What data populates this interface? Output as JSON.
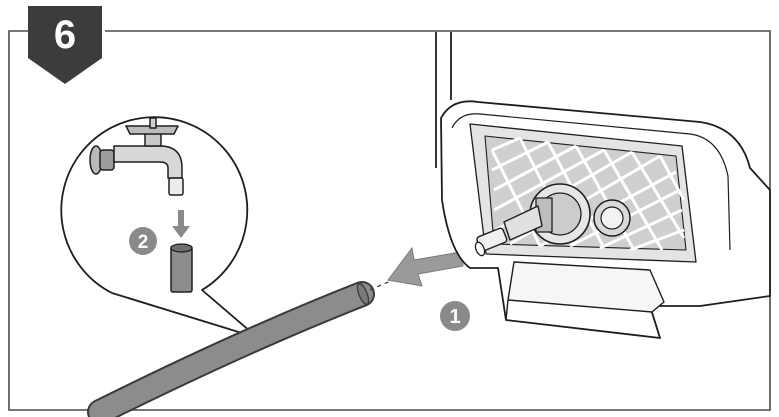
{
  "step": {
    "number": "6"
  },
  "callouts": {
    "first": "1",
    "second": "2"
  },
  "colors": {
    "frame": "#4a4a4a",
    "step_badge": "#3c3c3c",
    "hose": "#8c8c8c",
    "hose_outline": "#3a3a3a",
    "callout_fill": "#8a8a8a",
    "line": "#1e1e1e",
    "arrow": "#9a9a9a",
    "background": "#ffffff"
  },
  "icons": [
    "tap-icon",
    "garden-hose",
    "pressure-washer-inlet",
    "direction-arrow"
  ]
}
